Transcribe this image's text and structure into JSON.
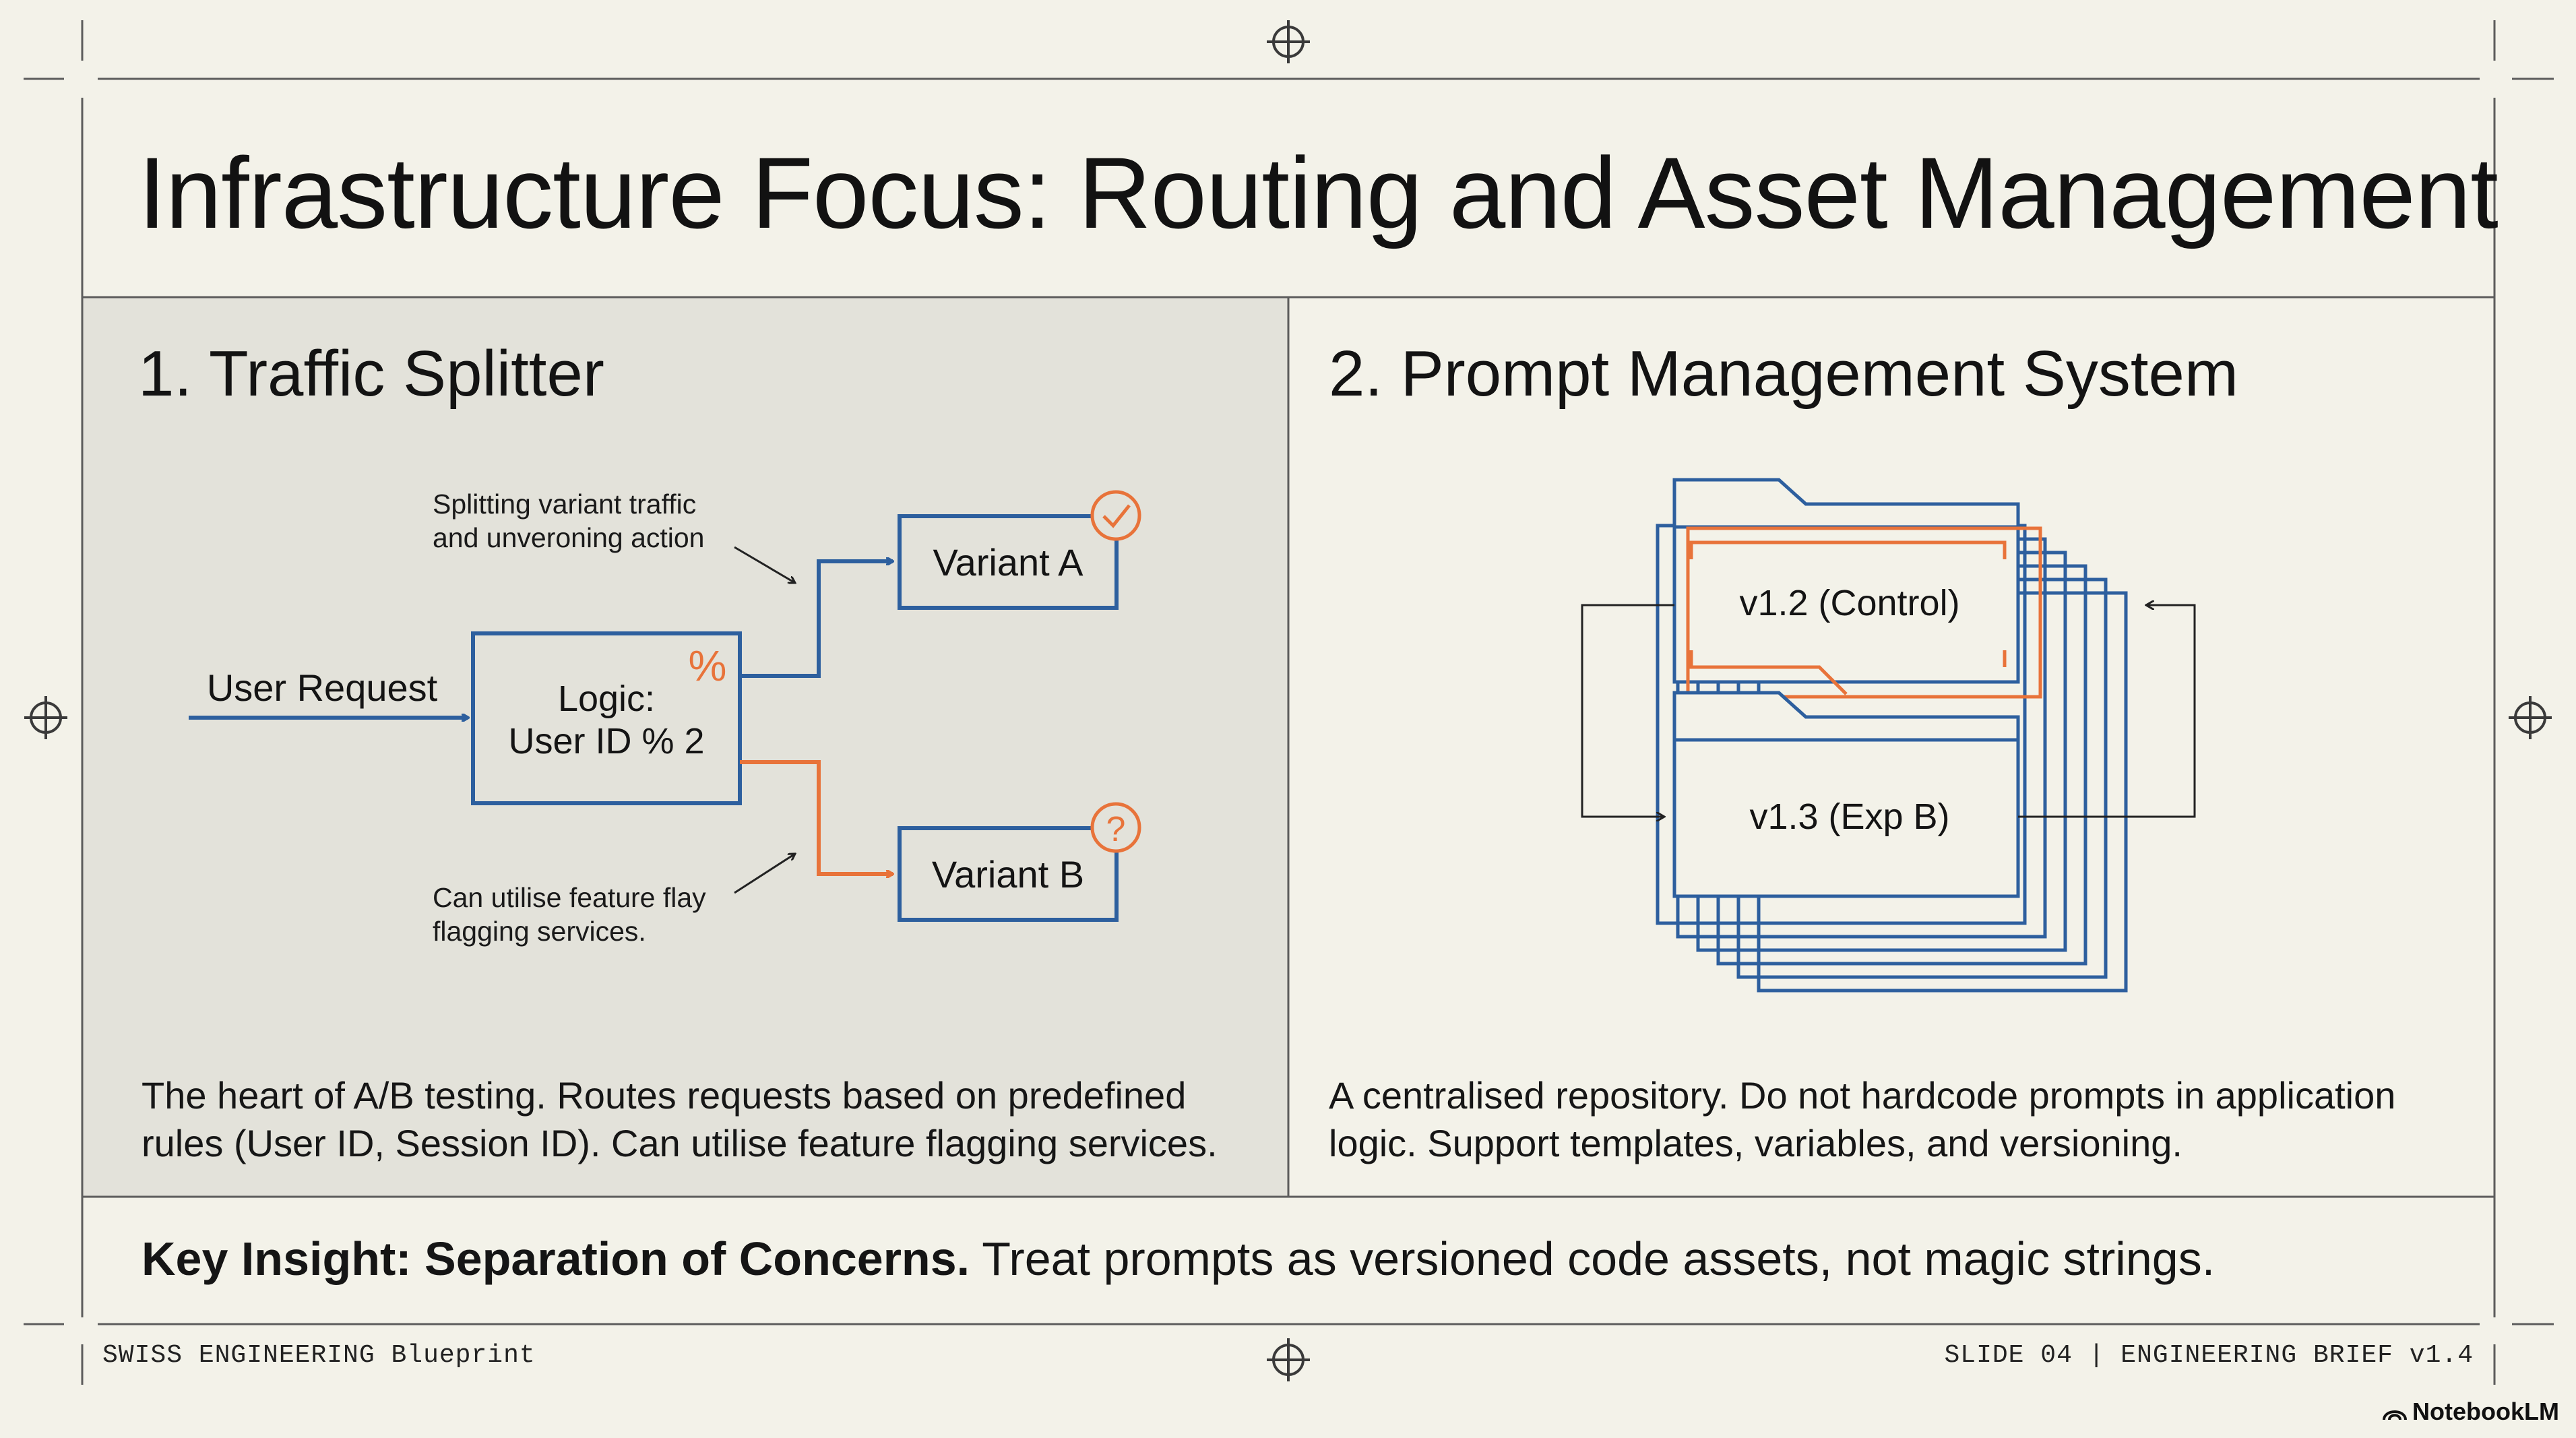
{
  "slide": {
    "title": "Infrastructure Focus: Routing and Asset Management",
    "footer_left": "SWISS ENGINEERING Blueprint",
    "footer_right": "SLIDE 04 | ENGINEERING BRIEF v1.4",
    "brand": "NotebookLM"
  },
  "traffic_splitter": {
    "heading": "1. Traffic Splitter",
    "input_label": "User Request",
    "logic_label_1": "Logic:",
    "logic_label_2": "User ID % 2",
    "percent_symbol": "%",
    "variant_a": "Variant A",
    "variant_b": "Variant B",
    "annotation_top_1": "Splitting variant traffic",
    "annotation_top_2": "and unveroning action",
    "annotation_bottom_1": "Can utilise feature flay",
    "annotation_bottom_2": "flagging services.",
    "variant_b_badge": "?",
    "description_1": "The heart of A/B testing. Routes requests based on predefined",
    "description_2": "rules (User ID, Session ID). Can utilise feature flagging services."
  },
  "prompt_management": {
    "heading": "2. Prompt Management System",
    "version_control": "v1.2 (Control)",
    "version_exp": "v1.3 (Exp B)",
    "description_1": "A centralised repository. Do not hardcode prompts in application",
    "description_2": "logic. Support templates, variables, and versioning."
  },
  "insight": {
    "bold": "Key Insight: Separation of Concerns.",
    "text": " Treat prompts as versioned code assets, not magic strings."
  },
  "colors": {
    "background": "#f3f2e9",
    "left_panel": "#e3e2da",
    "blue": "#2d5f9e",
    "orange": "#e8733a",
    "line": "#5a5a5a"
  },
  "icons": {
    "variant_a_badge": "check-circle-icon",
    "variant_b_badge": "question-circle-icon",
    "registration": "crosshair-icon",
    "brand": "notebooklm-logo-icon"
  }
}
